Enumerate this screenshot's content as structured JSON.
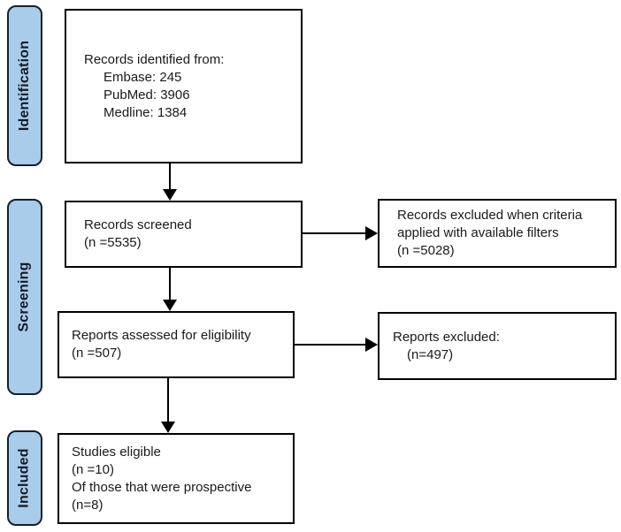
{
  "figure": {
    "type": "prisma-flow-diagram",
    "colors": {
      "background": "#ffffff",
      "stage_fill": "#A9CCEB",
      "stage_border": "#16202b",
      "stage_text": "#121a24",
      "box_border": "#000000",
      "box_text": "#1a1a1a"
    }
  },
  "stages": [
    {
      "label": "Identification"
    },
    {
      "label": "Screening"
    },
    {
      "label": "Included"
    }
  ],
  "boxes": {
    "identified": {
      "title": "Records identified from:",
      "items": [
        "Embase: 245",
        "PubMed: 3906",
        "Medline: 1384"
      ]
    },
    "screened": {
      "lines": [
        "Records screened",
        "(n =5535)"
      ]
    },
    "excluded_filters": {
      "lines": [
        "Records excluded when criteria",
        "applied with available filters",
        "(n =5028)"
      ]
    },
    "assessed": {
      "lines": [
        "Reports assessed for eligibility",
        "(n =507)"
      ]
    },
    "reports_excluded": {
      "title": "Reports excluded:",
      "items": [
        "(n=497)"
      ]
    },
    "eligible": {
      "lines": [
        "Studies eligible",
        "(n =10)",
        "Of those that were prospective",
        "(n=8)"
      ]
    }
  }
}
